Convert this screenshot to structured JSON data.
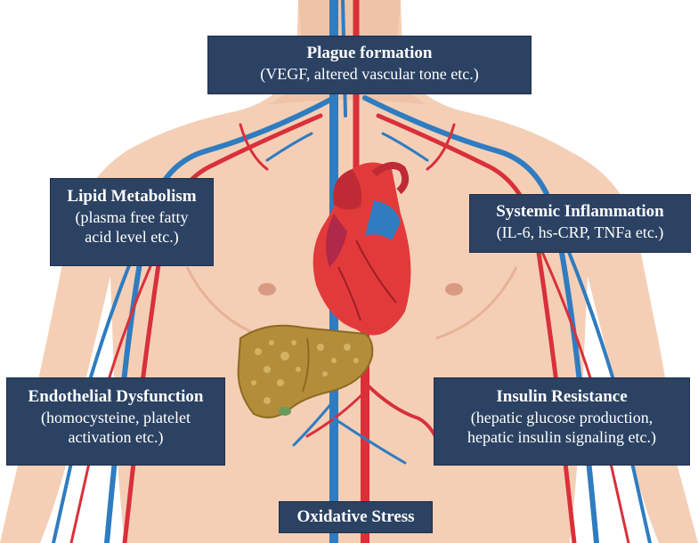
{
  "colors": {
    "skin": "#f4cfb6",
    "skin_shadow": "#e9b99a",
    "artery": "#d9303a",
    "vein": "#2f7cc0",
    "box_bg": "#2b4263",
    "liver": "#b38d3a",
    "heart": "#e23a3a"
  },
  "icons": [
    "human-torso-illustration",
    "heart-icon",
    "liver-icon"
  ],
  "boxes": {
    "plaque": {
      "title": "Plague formation",
      "body": [
        "(VEGF, altered vascular tone etc.)"
      ]
    },
    "lipid": {
      "title": "Lipid Metabolism",
      "body": [
        "(plasma free fatty",
        "acid level etc.)"
      ]
    },
    "systemic": {
      "title": "Systemic Inflammation",
      "body": [
        "(IL-6, hs-CRP, TNFa etc.)"
      ]
    },
    "endothelial": {
      "title": "Endothelial Dysfunction",
      "body": [
        "(homocysteine, platelet",
        "activation etc.)"
      ]
    },
    "insulin": {
      "title": "Insulin Resistance",
      "body": [
        "(hepatic glucose production,",
        "hepatic insulin signaling etc.)"
      ]
    },
    "oxidative": {
      "title": "Oxidative Stress",
      "body": []
    }
  }
}
